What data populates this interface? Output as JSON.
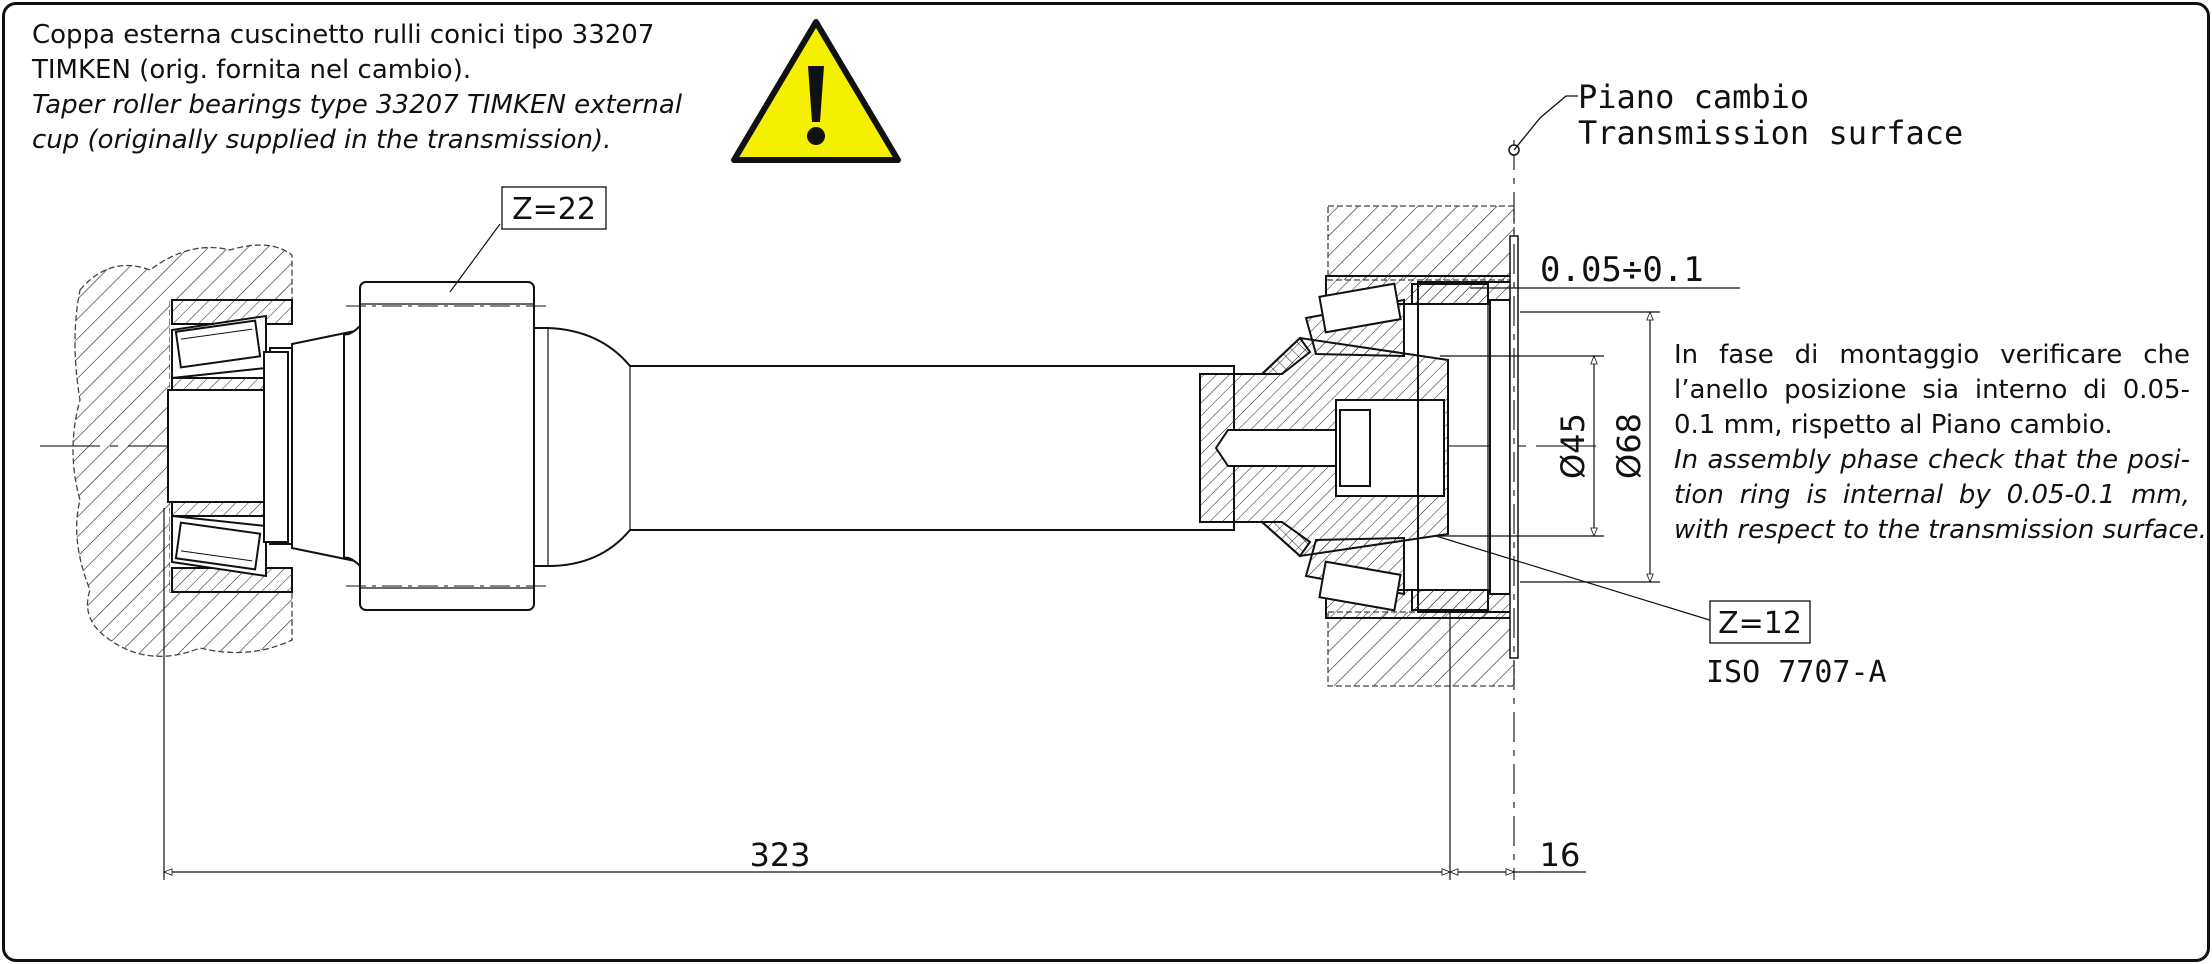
{
  "notes": {
    "bearing_it_1": "Coppa esterna cuscinetto rulli conici tipo 33207",
    "bearing_it_2": "TIMKEN (orig. fornita nel cambio).",
    "bearing_en_1": "Taper roller bearings type 33207 TIMKEN external",
    "bearing_en_2": "cup (originally supplied in the transmission).",
    "assembly_it_1": "In fase di montaggio verificare che",
    "assembly_it_2": "l’anello posizione sia interno di 0.05-",
    "assembly_it_3": "0.1 mm, rispetto al Piano cambio.",
    "assembly_en_1": "In assembly phase check that the posi-",
    "assembly_en_2": "tion ring is internal by 0.05-0.1 mm,",
    "assembly_en_3": "with respect to the transmission surface."
  },
  "labels": {
    "surface_it": "Piano cambio",
    "surface_en": "Transmission surface",
    "gear_left": "Z=22",
    "gear_right": "Z=12",
    "spline_std": "ISO 7707-A",
    "tolerance": "0.05÷0.1",
    "dia_45": "Ø45",
    "dia_68": "Ø68",
    "length_total": "323",
    "length_offset": "16"
  },
  "icons": {
    "warning": "warning-triangle-icon"
  },
  "colors": {
    "warning_fill": "#f5f000",
    "line": "#111111",
    "background": "#ffffff"
  }
}
